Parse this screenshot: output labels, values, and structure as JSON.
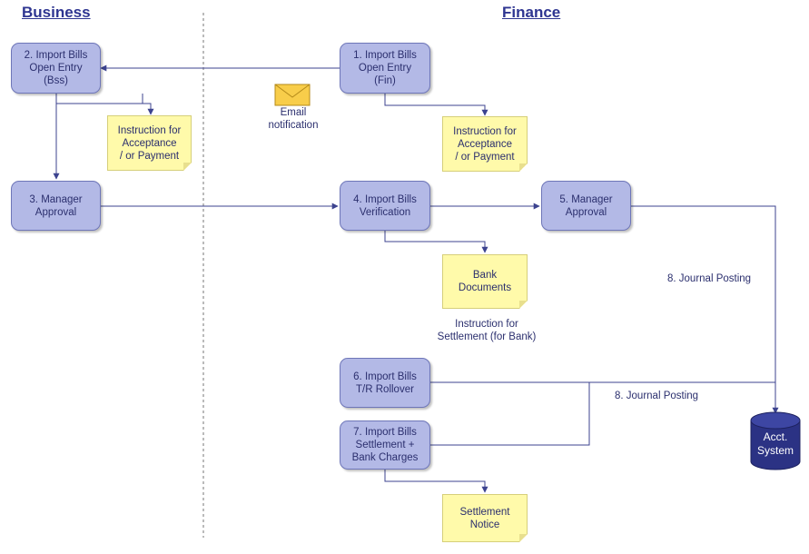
{
  "lanes": {
    "business": "Business",
    "finance": "Finance"
  },
  "nodes": {
    "step1": "1. Import Bills\nOpen Entry\n(Fin)",
    "step2": "2. Import Bills\nOpen Entry\n(Bss)",
    "step3": "3. Manager\nApproval",
    "step4": "4. Import Bills\nVerification",
    "step5": "5. Manager\nApproval",
    "step6": "6. Import Bills\nT/R Rollover",
    "step7": "7. Import Bills\nSettlement +\nBank Charges"
  },
  "notes": {
    "instruction_business": "Instruction for\nAcceptance\n/ or Payment",
    "instruction_finance": "Instruction for\nAcceptance\n/ or Payment",
    "bank_documents": "Bank\nDocuments",
    "settlement_notice": "Settlement\nNotice"
  },
  "labels": {
    "email_notification": "Email\nnotification",
    "instruction_settlement": "Instruction for\nSettlement (for Bank)",
    "journal_posting_upper": "8. Journal Posting",
    "journal_posting_lower": "8. Journal Posting"
  },
  "database": {
    "label": "Acct.\nSystem"
  },
  "icons": {
    "email": "envelope-icon",
    "database": "database-icon"
  },
  "colors": {
    "process_fill": "#b3b9e6",
    "process_border": "#6e76b8",
    "note_fill": "#fffaaa",
    "connector": "#3c438f",
    "lane_title": "#2e3591",
    "database_fill": "#2b3284"
  }
}
